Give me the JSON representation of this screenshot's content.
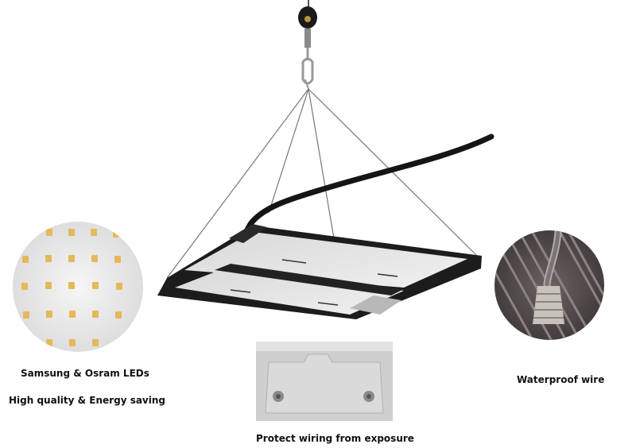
{
  "captions": {
    "leds": "Samsung & Osram LEDs",
    "quality": "High quality & Energy saving",
    "waterproof": "Waterproof wire",
    "protect": "Protect wiring from exposure"
  },
  "images": {
    "main": "led-grow-light-fixture",
    "led_closeup": "led-chip-closeup",
    "wire_closeup": "waterproof-wire-gland-closeup",
    "cover_closeup": "wiring-cover-plate-closeup"
  },
  "colors": {
    "background": "#ffffff",
    "fixture_frame": "#1c1c1c",
    "led_board": "#e4e4e4",
    "led_chip": "#e6b85a",
    "text": "#111111"
  }
}
